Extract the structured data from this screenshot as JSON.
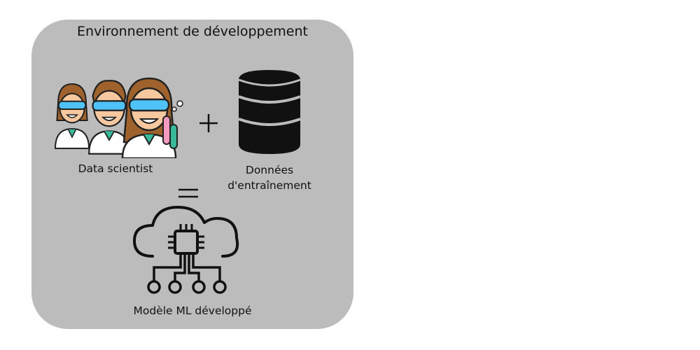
{
  "diagram": {
    "title": "Environnement de développement",
    "label_scientists": "Data scientist",
    "label_data_line1": "Données",
    "label_data_line2": "d'entraînement",
    "label_model": "Modèle ML développé",
    "icons": [
      "scientists-icon",
      "plus-icon",
      "database-icon",
      "equals-icon",
      "cloud-chip-icon"
    ]
  },
  "colors": {
    "panel": "#bcbcbc",
    "hair": "#a0622d",
    "skin": "#f6c8a0",
    "goggles": "#4fc3f7",
    "coat": "#ffffff",
    "tube_pink": "#f49ac1",
    "tube_green": "#3ab99a"
  }
}
